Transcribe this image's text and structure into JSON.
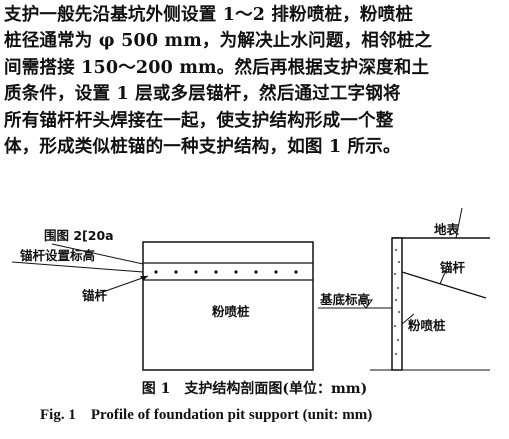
{
  "paragraph": {
    "lines": [
      "支护一般先沿基坑外侧设置 1～2 排粉喷桩，粉喷桩",
      "桩径通常为 φ 500 mm，为解决止水问题，相邻桩之",
      "间需搭接 150～200 mm。然后再根据支护深度和土",
      "质条件，设置 1 层或多层锚杆，然后通过工字钢将",
      "所有锚杆杆头焊接在一起，使支护结构形成一个整",
      "体，形成类似桩锚的一种支护结构，如图 1 所示。"
    ]
  },
  "figure": {
    "labels": {
      "waler": "围图 2[20a",
      "anchor_level": "锚杆设置标高",
      "anchor_left": "锚杆",
      "pile_front": "粉喷桩",
      "ground": "地表",
      "anchor_right": "锚杆",
      "base_level": "基底标高",
      "pile_section": "粉喷桩"
    },
    "caption_cn": "图 1　支护结构剖面图(单位：mm)",
    "caption_en": "Fig. 1　Profile of foundation pit support (unit: mm)"
  }
}
